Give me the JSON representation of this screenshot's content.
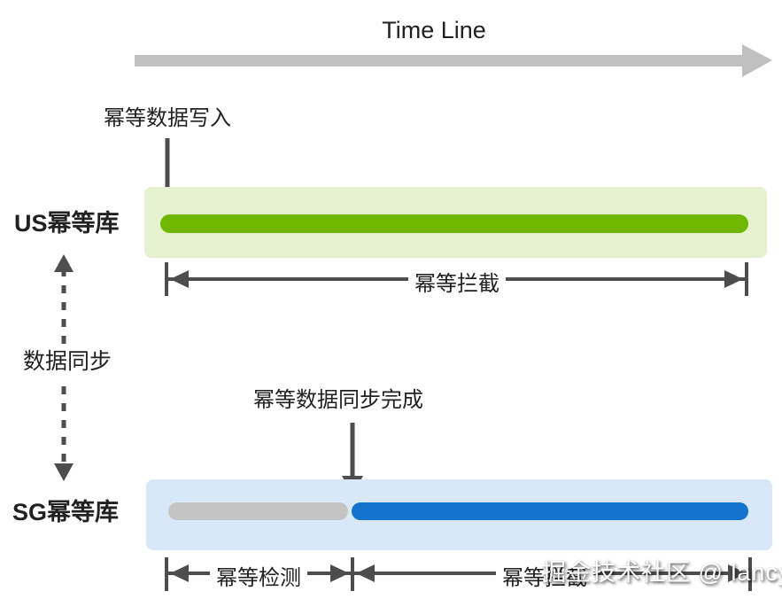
{
  "diagram": {
    "title": "Time Line",
    "watermark": "掘金技术社区 @ lancy",
    "sync_arrow_label": "数据同步",
    "us_row": {
      "label": "US幂等库",
      "event_label": "幂等数据写入",
      "measure_label": "幂等拦截"
    },
    "sg_row": {
      "label": "SG幂等库",
      "event_label": "幂等数据同步完成",
      "measure_left_label": "幂等检测",
      "measure_right_label": "幂等拦截"
    },
    "colors": {
      "green_bg": "#e5f1cf",
      "green_bar": "#6fb700",
      "blue_bg": "#d8e8f8",
      "blue_bar": "#1272cc",
      "gray_bar": "#c4c4c4",
      "timeline_arrow": "#c0c0c0",
      "dark_line": "#4d4d4d",
      "text": "#212121"
    }
  }
}
